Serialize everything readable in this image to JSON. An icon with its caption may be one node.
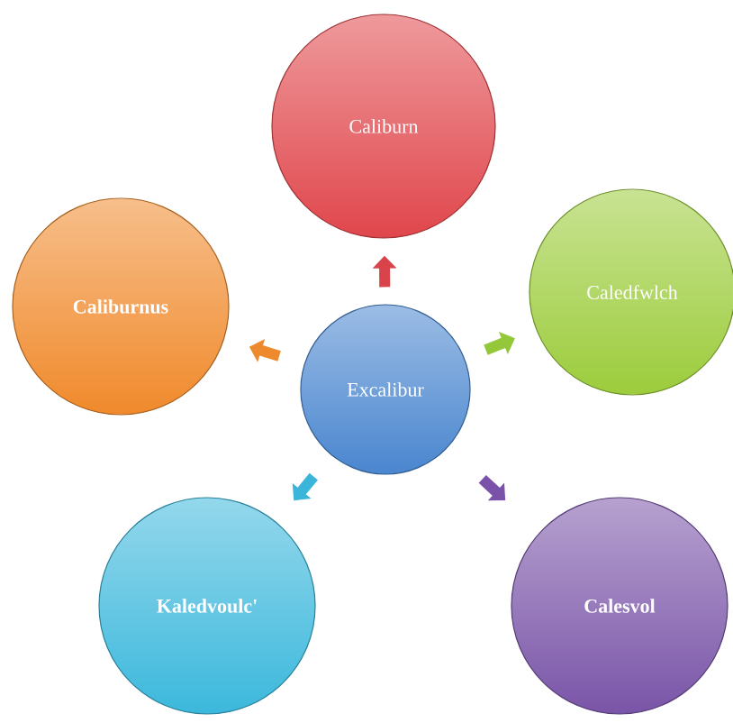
{
  "diagram": {
    "nodes": [
      {
        "text": [
          "Excalibur"
        ]
      },
      {
        "text": [
          "Caliburn"
        ]
      },
      {
        "text": [
          "Caledfwlch"
        ]
      },
      {
        "text": [
          "Calesvol"
        ]
      },
      {
        "text": [
          "Kaledvoulc'"
        ]
      },
      {
        "text": [
          "Caliburnus"
        ]
      }
    ],
    "edges": [
      {
        "from": 0,
        "to": 1,
        "arrow": "to",
        "color": "#d9434a"
      },
      {
        "from": 0,
        "to": 2,
        "arrow": "to",
        "color": "#94c83a"
      },
      {
        "from": 0,
        "to": 3,
        "arrow": "to",
        "color": "#7a52aa"
      },
      {
        "from": 0,
        "to": 4,
        "arrow": "to",
        "color": "#3bb6da"
      },
      {
        "from": 0,
        "to": 5,
        "arrow": "to",
        "color": "#ee8a2e"
      }
    ]
  }
}
